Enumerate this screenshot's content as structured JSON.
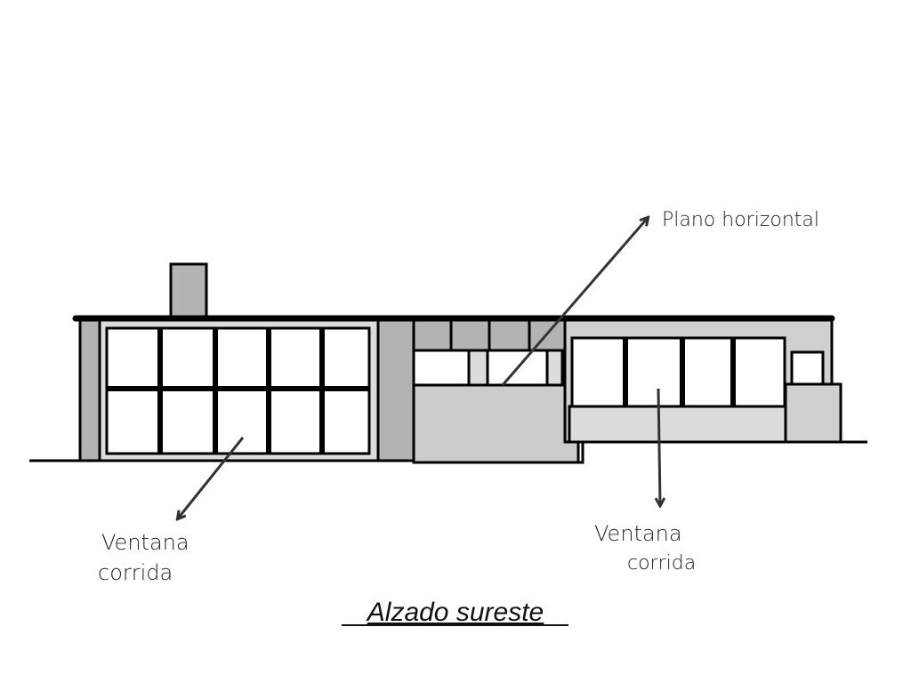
{
  "title": "Alzado sureste",
  "annotations": {
    "plano": "Plano horizontal",
    "left_window_line1": "Ventana",
    "left_window_line2": "corrida",
    "right_window_line1": "Ventana",
    "right_window_line2": "corrida"
  },
  "colors": {
    "dark_gray": "#b3b3b3",
    "mid_gray": "#cccccc",
    "light_gray": "#dcdcdc",
    "ink": "#000000"
  }
}
